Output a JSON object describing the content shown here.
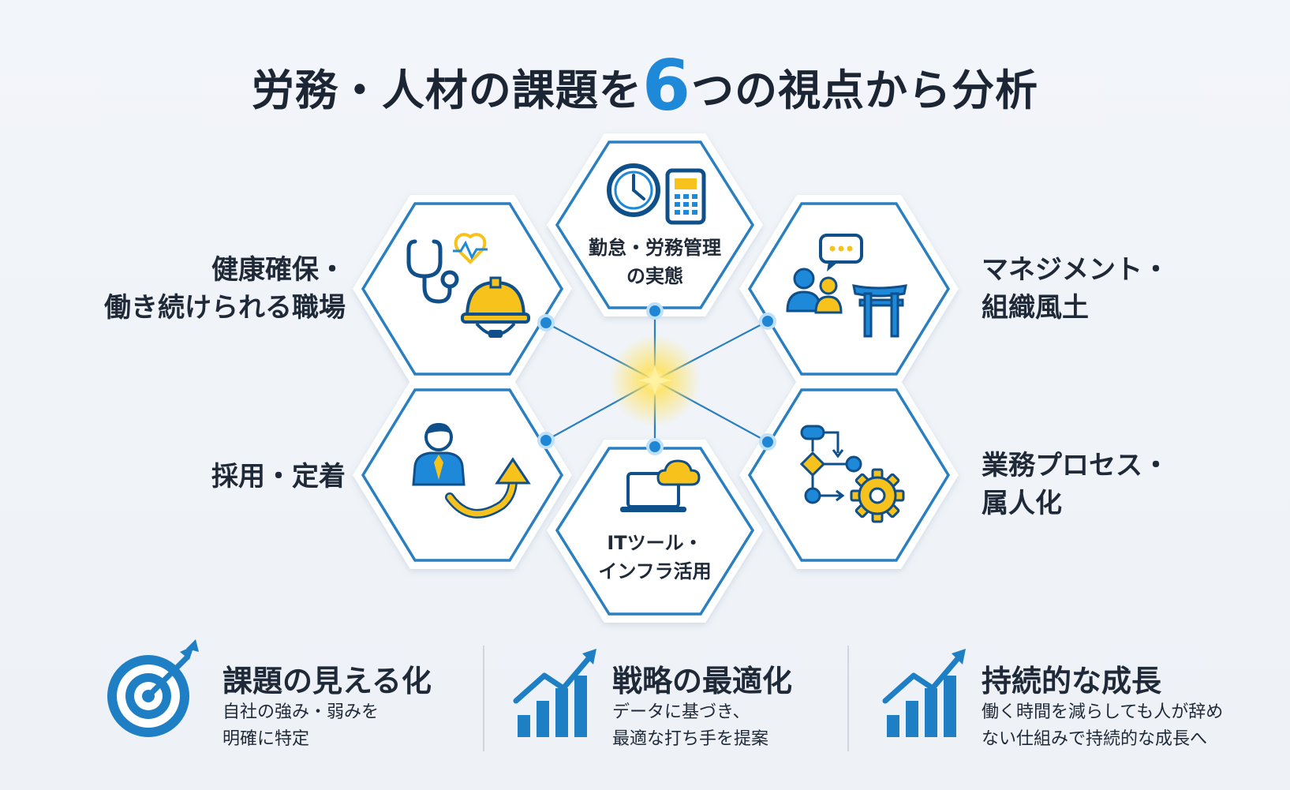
{
  "title": {
    "before": "労務・人材の課題を",
    "number": "6",
    "after": "つの視点から分析"
  },
  "hexagons": {
    "top": {
      "label_lines": [
        "勤怠・労務管理",
        "の実態"
      ]
    },
    "top_left": {
      "label_lines": [
        "健康確保・",
        "働き続けられる職場"
      ]
    },
    "top_right": {
      "label_lines": [
        "マネジメント・",
        "組織風土"
      ]
    },
    "bottom_left": {
      "label_lines": [
        "採用・定着"
      ]
    },
    "bottom": {
      "label_lines": [
        "ITツール・",
        "インフラ活用"
      ]
    },
    "bottom_right": {
      "label_lines": [
        "業務プロセス・",
        "属人化"
      ]
    }
  },
  "benefits": [
    {
      "title": "課題の見える化",
      "desc_lines": [
        "自社の強み・弱みを",
        "明確に特定"
      ],
      "icon": "target-icon"
    },
    {
      "title": "戦略の最適化",
      "desc_lines": [
        "データに基づき、",
        "最適な打ち手を提案"
      ],
      "icon": "growth-chart-icon"
    },
    {
      "title": "持続的な成長",
      "desc_lines": [
        "働く時間を減らしても人が辞め",
        "ない仕組みで持続的な成長へ"
      ],
      "icon": "growth-chart-icon"
    }
  ],
  "colors": {
    "accent_blue": "#1e7fc4",
    "dark_blue": "#0f4f8a",
    "yellow": "#f6c21b",
    "hex_border": "#2a7fc0"
  }
}
